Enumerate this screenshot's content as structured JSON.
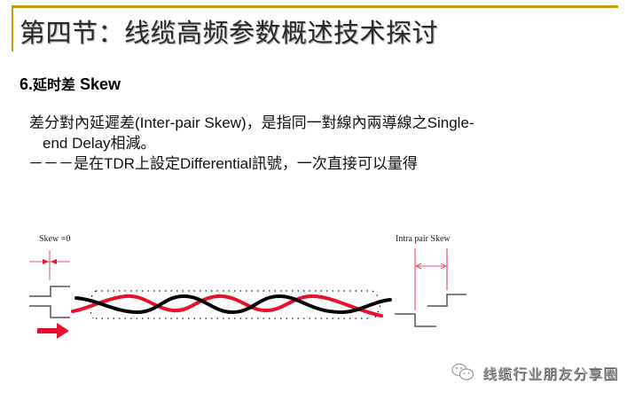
{
  "header": {
    "title": "第四节：线缆高频参数概述技术探讨",
    "accent_color": "#c8990a"
  },
  "section": {
    "number": "6.",
    "heading_cjk": "延时差",
    "heading_en": " Skew"
  },
  "body": {
    "line1": "差分對內延遲差(Inter-pair Skew)，是指同一對線內兩導線之Single-",
    "line2": "end Delay相減。",
    "line3": "－－－是在TDR上設定Differential訊號，一次直接可以量得"
  },
  "diagram": {
    "left_label": "Skew =0",
    "right_label": "Intra pair Skew",
    "colors": {
      "red": "#e8102a",
      "black": "#000000",
      "marker": "#f0506a",
      "step": "#555555"
    }
  },
  "watermark": {
    "icon": "wechat-icon",
    "text": "线缆行业朋友分享圈"
  }
}
